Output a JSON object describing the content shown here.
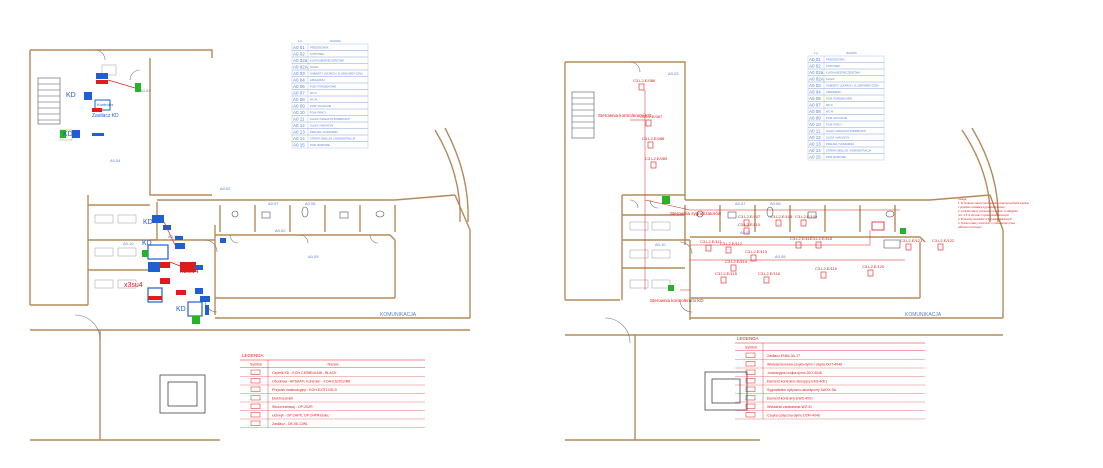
{
  "colors": {
    "wall": "#b58a5a",
    "blue": "#1f5fd1",
    "red": "#e01b1b",
    "green": "#27b327",
    "room": "#5b7fc9",
    "grid": "#9fb6e6"
  },
  "left_plan": {
    "room_table": {
      "header": [
        "L.p.",
        "NAZWA"
      ],
      "rows": [
        [
          "A0 01",
          "PRZEDSIONEK"
        ],
        [
          "A0 02",
          "KORYTARZ"
        ],
        [
          "A0 02a",
          "KLATKA BEZPIECZEŃSTWA"
        ],
        [
          "A0 02A",
          "SLUZA"
        ],
        [
          "A0 03",
          "GABINETY LEKARZA / SLUZBA MEDYCZNA"
        ],
        [
          "A0 04",
          "ARCHIWUM"
        ],
        [
          "A0 05",
          "POM. PORZĄDKOWE"
        ],
        [
          "A0 07",
          "WC-K"
        ],
        [
          "A0 08",
          "WC-M"
        ],
        [
          "A0 09",
          "POM. SOCJALNE"
        ],
        [
          "A0 10",
          "POM. PRACY"
        ],
        [
          "A0 11",
          "SLUZA / MAGAZYN PODRĘCZNY"
        ],
        [
          "A0 12",
          "SLUZA / MAGAZYN"
        ],
        [
          "A0 13",
          "PRALNIA / SUSZARNIA"
        ],
        [
          "A0 14",
          "STREFA OBSŁUGI / ADMINISTRACJA"
        ],
        [
          "A0 15",
          "POM. BIUROWE"
        ]
      ]
    },
    "labels": {
      "kd1": "KD",
      "kd2": "KD",
      "kd3": "KD",
      "kd4": "KD",
      "kd5": "KD",
      "x3su": "x3su4",
      "x2su": "x2su4",
      "zasilacz": "Zasilacz KD",
      "kontroler": "Kontroler",
      "komunikacja": "KOMUNIKACJA"
    },
    "legend": {
      "title": "LEGENDA",
      "col_symbol": "Symbol",
      "col_name": "Nazwa",
      "rows": [
        "Czytnik KD - KOH-CKS8EU/448 - BLACK",
        "Obudowa - APSAATL Kontroler - KOH-KS2012/R8",
        "Przycisk ewakuacyjny - KOH-EXIT1333-S",
        "Elektrozamek",
        "Sticza tramwaj - OP-20ZR",
        "Uchwyt - OP-2HPK, OP-2HPR Bolec",
        "Zasilacz - DE-06-12WL"
      ]
    }
  },
  "right_plan": {
    "room_table": {
      "header": [
        "L.p.",
        "NAZWA"
      ],
      "rows": [
        [
          "A0 01",
          "PRZEDSIONEK"
        ],
        [
          "A0 02",
          "KORYTARZ"
        ],
        [
          "A0 02a",
          "KLATKA BEZPIECZEŃSTWA"
        ],
        [
          "A0 02A",
          "SLUZA"
        ],
        [
          "A0 03",
          "GABINETY LEKARZA / SLUZBA MEDYCZNA"
        ],
        [
          "A0 04",
          "ARCHIWUM"
        ],
        [
          "A0 05",
          "POM. PORZĄDKOWE"
        ],
        [
          "A0 07",
          "WC-K"
        ],
        [
          "A0 08",
          "WC-M"
        ],
        [
          "A0 09",
          "POM. SOCJALNE"
        ],
        [
          "A0 10",
          "POM. PRACY"
        ],
        [
          "A0 11",
          "SLUZA / MAGAZYN PODRĘCZNY"
        ],
        [
          "A0 12",
          "SLUZA / MAGAZYN"
        ],
        [
          "A0 13",
          "PRALNIA / SUSZARNIA"
        ],
        [
          "A0 14",
          "STREFA OBSŁUGI / ADMINISTRACJA"
        ],
        [
          "A0 15",
          "POM. BIUROWE"
        ]
      ]
    },
    "labels": {
      "sterownia_top": "Sterownia kontrolerami KD",
      "sterownia_syg": "Sterownia sygnalizatorów",
      "sterownia_bottom": "Sterownia kontrolerami KD",
      "komunikacja": "KOMUNIKACJA",
      "c1": "C3.L2.E/086",
      "c2": "C3.L2.E/087",
      "c3": "C3.L2.E/088",
      "c4": "C3.L2.E/089",
      "c5": "C3.L2.E/107",
      "c6": "C3.L2.E/108",
      "c7": "C3.L2.E/109",
      "c8": "C3.L2.E/110",
      "c9": "C3.L2.E/111",
      "c10": "C3.L2.E/112",
      "c11": "C3.L2.E/113",
      "c12": "C3.L2.E/114",
      "c13": "C3.L2.E/115",
      "c14": "C3.L2.E/116",
      "c15": "C3.L2.E/117",
      "c16": "C3.L2.E/118",
      "c17": "C3.L2.E/119",
      "c18": "C3.L2.E/120",
      "c19": "C3.L2.E/121",
      "c20": "C3.L2.E/122"
    },
    "notes": [
      "Uwaga:",
      "1. W budynku należy zamontować czujki dymu/ciepła zgodnie",
      "z projektem instalacji sygnalizacji pożaru.",
      "2. Czujniki należy montować na suficie, w odległości",
      "min. 0,5 m od ścian i opraw oświetleniowych.",
      "3. Przewody prowadzić w korytkach kablowych.",
      "4. System należy uruchomić i przetestować przed",
      "odbiorem końcowym."
    ],
    "legend": {
      "title": "LEGENDA",
      "col_symbol": "Symbol",
      "rows": [
        "Zasilacz EN54-3A-17",
        "Wielosensorowa czujka dymu i ciepła DOT-4046",
        "Jonizacyjna czujka dymu DIO-4046",
        "Element kontrolno-sterujący EKS-4001",
        "Sygnalizator optyczno-akustyczny SAOX-SA",
        "Element kontrolny EWS-4001",
        "Wskaźnik zadziałania WZ-31",
        "Czujka optyczna dymu DOR-4046"
      ]
    }
  }
}
